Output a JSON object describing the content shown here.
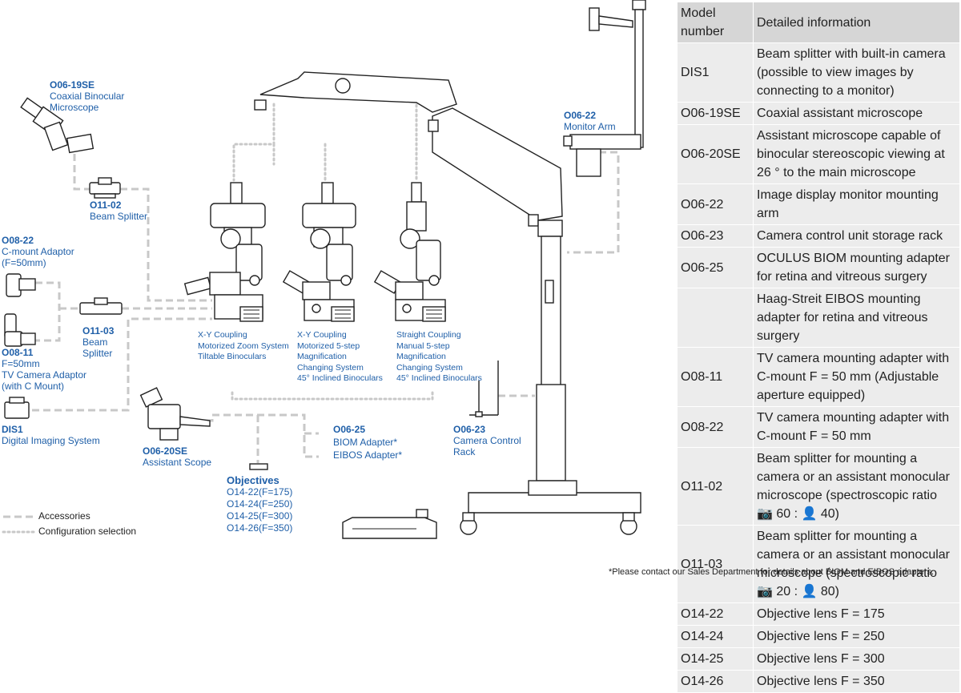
{
  "labels": {
    "o06_19se": {
      "code": "O06-19SE",
      "lines": [
        "Coaxial Binocular",
        "Microscope"
      ]
    },
    "o11_02": {
      "code": "O11-02",
      "lines": [
        "Beam Splitter"
      ]
    },
    "o08_22": {
      "code": "O08-22",
      "lines": [
        "C-mount Adaptor",
        "(F=50mm)"
      ]
    },
    "o11_03": {
      "code": "O11-03",
      "lines": [
        "Beam",
        "Splitter"
      ]
    },
    "o08_11": {
      "code": "O08-11",
      "lines": [
        "F=50mm",
        "TV Camera Adaptor",
        "(with C Mount)"
      ]
    },
    "dis1": {
      "code": "DIS1",
      "lines": [
        "Digital Imaging System"
      ]
    },
    "o06_20se": {
      "code": "O06-20SE",
      "lines": [
        "Assistant Scope"
      ]
    },
    "o06_25": {
      "code": "O06-25",
      "lines": [
        "BIOM Adapter*",
        "EIBOS Adapter*"
      ]
    },
    "o06_23": {
      "code": "O06-23",
      "lines": [
        "Camera Control",
        "Rack"
      ]
    },
    "o06_22": {
      "code": "O06-22",
      "lines": [
        "Monitor Arm"
      ]
    },
    "objectives": {
      "code": "Objectives",
      "lines": [
        "O14-22(F=175)",
        "O14-24(F=250)",
        "O14-25(F=300)",
        "O14-26(F=350)"
      ]
    }
  },
  "configs": [
    [
      "X-Y Coupling",
      "Motorized Zoom System",
      "Tiltable Binoculars"
    ],
    [
      "X-Y Coupling",
      "Motorized 5-step",
      "Magnification",
      "Changing System",
      "45° Inclined Binoculars"
    ],
    [
      "Straight Coupling",
      "Manual 5-step",
      "Magnification",
      "Changing System",
      "45° Inclined Binoculars"
    ]
  ],
  "legend": {
    "accessories": "Accessories",
    "configuration": "Configuration selection"
  },
  "table": {
    "headers": [
      "Model number",
      "Detailed information"
    ],
    "rows": [
      {
        "model": "DIS1",
        "info": "Beam splitter with built-in camera (possible to view images by connecting to a monitor)"
      },
      {
        "model": "O06-19SE",
        "info": "Coaxial assistant microscope"
      },
      {
        "model": "O06-20SE",
        "info": "Assistant microscope capable of binocular stereoscopic viewing at 26 ° to the main microscope"
      },
      {
        "model": "O06-22",
        "info": "Image display monitor mounting arm"
      },
      {
        "model": "O06-23",
        "info": "Camera control unit storage rack"
      },
      {
        "model": "O06-25",
        "info": "OCULUS BIOM mounting adapter for retina and vitreous surgery"
      },
      {
        "model": "",
        "info": "Haag-Streit EIBOS mounting adapter for retina and vitreous surgery"
      },
      {
        "model": "O08-11",
        "info": "TV camera mounting adapter with C-mount F = 50 mm (Adjustable aperture equipped)"
      },
      {
        "model": "O08-22",
        "info": "TV camera mounting adapter with C-mount F = 50 mm"
      },
      {
        "model": "O11-02",
        "info": "Beam splitter for mounting a camera or an assistant monocular microscope (spectroscopic ratio 📷 60 : 👤 40)"
      },
      {
        "model": "O11-03",
        "info": "Beam splitter for mounting a camera or an assistant monocular microscope (spectroscopic ratio 📷 20 : 👤 80)"
      },
      {
        "model": "O14-22",
        "info": "Objective lens F = 175"
      },
      {
        "model": "O14-24",
        "info": "Objective lens F = 250"
      },
      {
        "model": "O14-25",
        "info": "Objective lens F = 300"
      },
      {
        "model": "O14-26",
        "info": "Objective lens F = 350"
      }
    ]
  },
  "footnote": "*Please contact our Sales Department for details about BIOM and EIBOS adapters.",
  "colors": {
    "accent": "#1f5fa8",
    "line": "#c8c8c8",
    "header": "#d6d6d6",
    "cell": "#ececec"
  }
}
